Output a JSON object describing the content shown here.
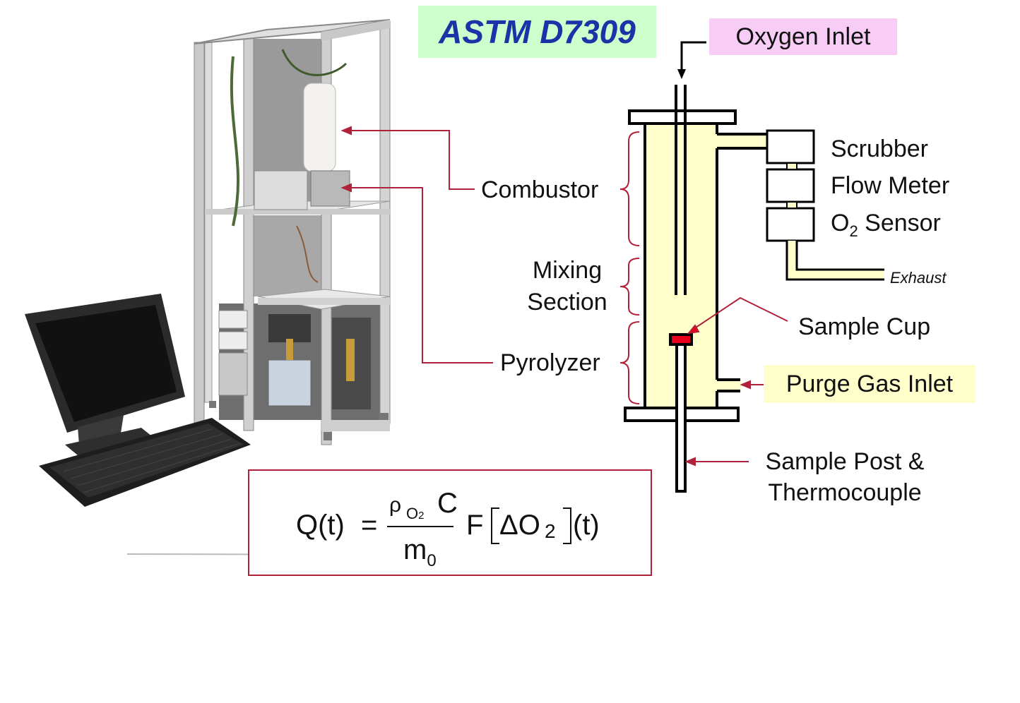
{
  "title": "ASTM D7309",
  "labels": {
    "oxygen_inlet": "Oxygen Inlet",
    "combustor": "Combustor",
    "mixing_section_line1": "Mixing",
    "mixing_section_line2": "Section",
    "pyrolyzer": "Pyrolyzer",
    "scrubber": "Scrubber",
    "flow_meter": "Flow Meter",
    "o2_sensor_prefix": "O",
    "o2_sensor_sub": "2",
    "o2_sensor_suffix": " Sensor",
    "exhaust": "Exhaust",
    "sample_cup": "Sample Cup",
    "purge_gas_inlet": "Purge Gas Inlet",
    "sample_post_line1": "Sample Post &",
    "sample_post_line2": "Thermocouple"
  },
  "equation": {
    "lhs": "Q(t)",
    "equals": "=",
    "rho": "ρ",
    "rho_sub": "O",
    "rho_sub_sub": "2",
    "c": "C",
    "denominator": "m",
    "denominator_sub": "0",
    "factor": "F",
    "delta_o": "ΔO",
    "delta_sub": "2",
    "tail": "(t)"
  },
  "colors": {
    "title_bg": "#ccffcc",
    "title_text": "#1a33a6",
    "oxygen_inlet_bg": "#f7ccf5",
    "purge_bg": "#ffffcc",
    "chamber_fill": "#ffffcc",
    "pointer_line": "#b0213a",
    "sample_cup": "#e8001c"
  }
}
